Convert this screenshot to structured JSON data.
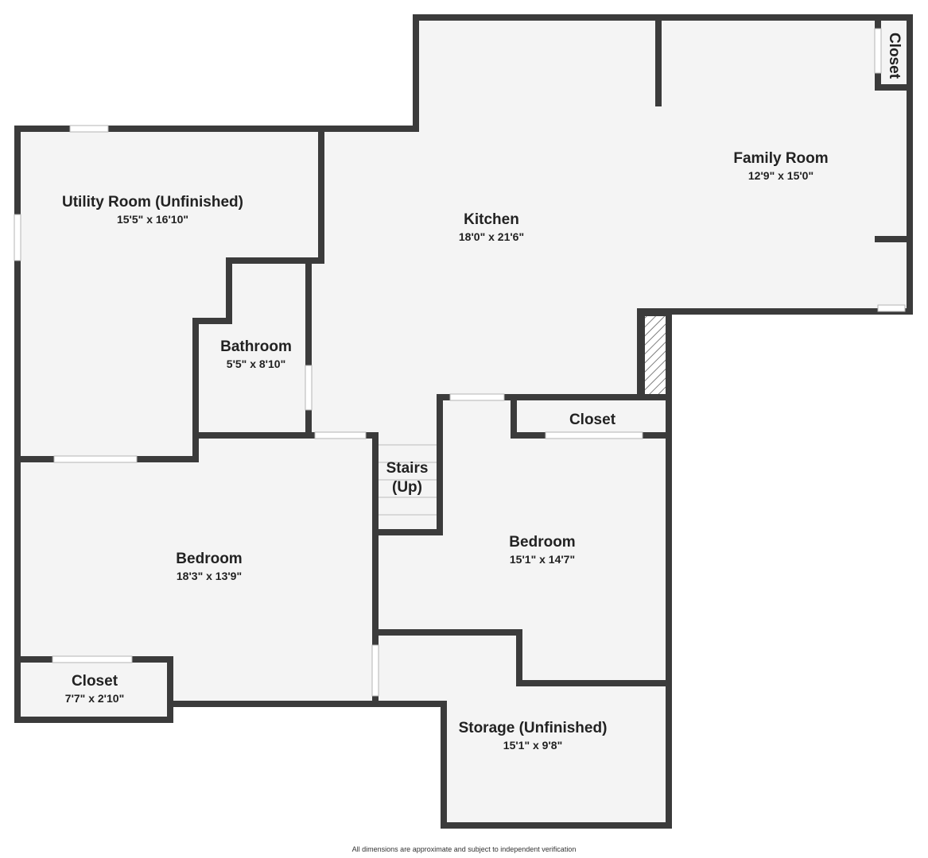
{
  "rooms": {
    "utility": {
      "name": "Utility Room (Unfinished)",
      "dims": "15'5\" x 16'10\""
    },
    "kitchen": {
      "name": "Kitchen",
      "dims": "18'0\" x 21'6\""
    },
    "family": {
      "name": "Family Room",
      "dims": "12'9\" x 15'0\""
    },
    "closet_family": {
      "name": "Closet"
    },
    "bathroom": {
      "name": "Bathroom",
      "dims": "5'5\" x 8'10\""
    },
    "stairs": {
      "line1": "Stairs",
      "line2": "(Up)"
    },
    "closet_bedroom_right": {
      "name": "Closet"
    },
    "bedroom_left": {
      "name": "Bedroom",
      "dims": "18'3\" x 13'9\""
    },
    "bedroom_right": {
      "name": "Bedroom",
      "dims": "15'1\" x 14'7\""
    },
    "closet_bottom_left": {
      "name": "Closet",
      "dims": "7'7\" x 2'10\""
    },
    "storage": {
      "name": "Storage (Unfinished)",
      "dims": "15'1\" x 9'8\""
    }
  },
  "disclaimer": "All dimensions are approximate and subject to independent verification",
  "colors": {
    "wall": "#3b3b3b",
    "floor": "#f4f4f4",
    "background": "#ffffff"
  }
}
